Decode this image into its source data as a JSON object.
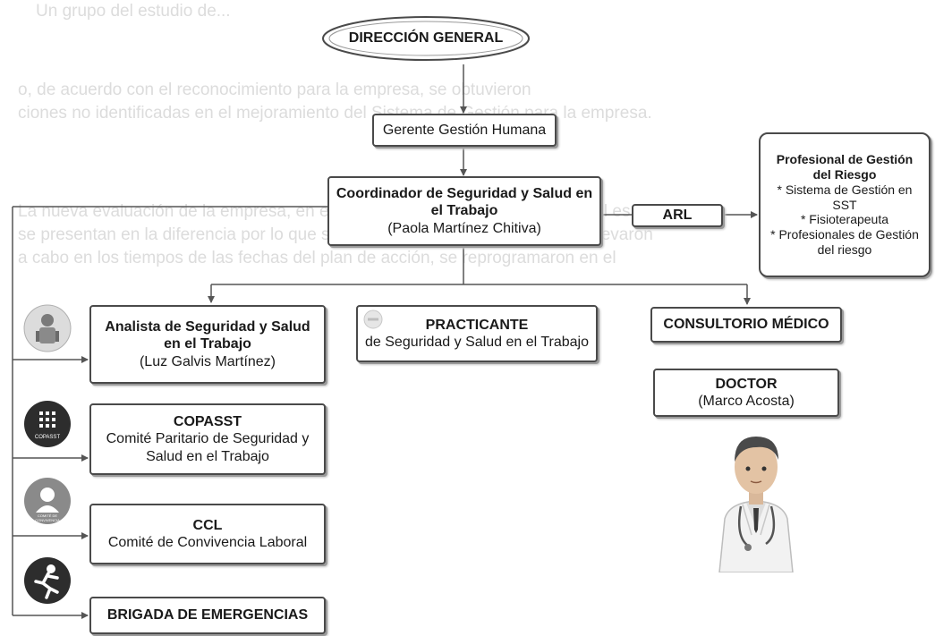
{
  "nodes": {
    "direccion_general": "DIRECCIÓN GENERAL",
    "gerente": "Gerente Gestión Humana",
    "coordinador": {
      "title_line1": "Coordinador de Seguridad y Salud en",
      "title_line2": "el Trabajo",
      "name": "(Paola Martínez Chitiva)"
    },
    "arl": "ARL",
    "profesional_riesgo": {
      "title_line1": "Profesional de Gestión",
      "title_line2": "del Riesgo",
      "item1_line1": "* Sistema de Gestión en",
      "item1_line2": "SST",
      "item2": "* Fisioterapeuta",
      "item3_line1": "* Profesionales de Gestión",
      "item3_line2": "del riesgo"
    },
    "analista": {
      "title_line1": "Analista de Seguridad y Salud",
      "title_line2": "en el Trabajo",
      "name": "(Luz Galvis Martínez)"
    },
    "practicante": {
      "title": "PRACTICANTE",
      "subtitle": "de Seguridad y Salud en el Trabajo"
    },
    "consultorio": "CONSULTORIO MÉDICO",
    "doctor": {
      "title": "DOCTOR",
      "name": "(Marco Acosta)"
    },
    "copasst": {
      "title": "COPASST",
      "line1": "Comité Paritario de Seguridad y",
      "line2": "Salud en el Trabajo"
    },
    "ccl": {
      "title": "CCL",
      "subtitle": "Comité de Convivencia Laboral"
    },
    "brigada": "BRIGADA DE EMERGENCIAS"
  },
  "icons": {
    "analista": "worker-icon",
    "copasst": "copasst-grid-icon",
    "copasst_caption": "COPASST",
    "ccl": "person-icon",
    "ccl_caption_line1": "COMITÉ DE",
    "ccl_caption_line2": "CONVIVENCIA",
    "brigada": "running-person-icon",
    "doctor": "doctor-illustration"
  },
  "background_text": {
    "line1": "Un grupo del estudio de...",
    "line2": "o, de acuerdo con el reconocimiento para la empresa, se obtuvieron",
    "line3": "ciones no identificadas en el mejoramiento del Sistema de Gestión para la empresa.",
    "line4": "La nueva evaluación de la empresa, en el periodo del año, año 2022, el actual es",
    "line5": "se presentan en la diferencia por lo que se presentan actividades que no se llevaron",
    "line6": "a cabo en los tiempos de las fechas del plan de acción, se reprogramaron en el"
  },
  "colors": {
    "box_border": "#4a4a4a",
    "connector": "#555555",
    "icon_dark": "#2d2d2d",
    "icon_grey": "#8a8a8a"
  }
}
